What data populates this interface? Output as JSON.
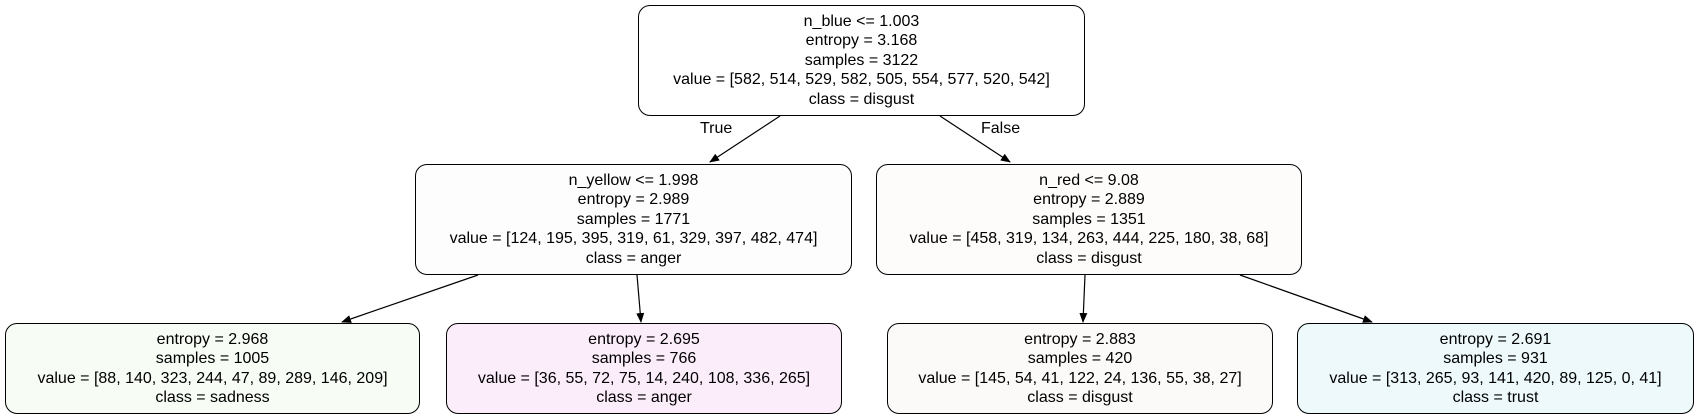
{
  "nodes": {
    "root": {
      "split": "n_blue <= 1.003",
      "entropy": "entropy = 3.168",
      "samples": "samples = 3122",
      "value": "value = [582, 514, 529, 582, 505, 554, 577, 520, 542]",
      "class": "class = disgust",
      "fill": "#ffffff"
    },
    "left": {
      "split": "n_yellow <= 1.998",
      "entropy": "entropy = 2.989",
      "samples": "samples = 1771",
      "value": "value = [124, 195, 395, 319, 61, 329, 397, 482, 474]",
      "class": "class = anger",
      "fill": "#fdfdfd"
    },
    "right": {
      "split": "n_red <= 9.08",
      "entropy": "entropy = 2.889",
      "samples": "samples = 1351",
      "value": "value = [458, 319, 134, 263, 444, 225, 180, 38, 68]",
      "class": "class = disgust",
      "fill": "#fdfcfb"
    },
    "leaf_ll": {
      "entropy": "entropy = 2.968",
      "samples": "samples = 1005",
      "value": "value = [88, 140, 323, 244, 47, 89, 289, 146, 209]",
      "class": "class = sadness",
      "fill": "#f7fcf5"
    },
    "leaf_lr": {
      "entropy": "entropy = 2.695",
      "samples": "samples = 766",
      "value": "value = [36, 55, 72, 75, 14, 240, 108, 336, 265]",
      "class": "class = anger",
      "fill": "#fcedfb"
    },
    "leaf_rl": {
      "entropy": "entropy = 2.883",
      "samples": "samples = 420",
      "value": "value = [145, 54, 41, 122, 24, 136, 55, 38, 27]",
      "class": "class = disgust",
      "fill": "#fcfaf8"
    },
    "leaf_rr": {
      "entropy": "entropy = 2.691",
      "samples": "samples = 931",
      "value": "value = [313, 265, 93, 141, 420, 89, 125, 0, 41]",
      "class": "class = trust",
      "fill": "#edf9fb"
    }
  },
  "edge_labels": {
    "true_label": "True",
    "false_label": "False"
  },
  "colors": {
    "edge": "#000000",
    "border": "#000000"
  }
}
